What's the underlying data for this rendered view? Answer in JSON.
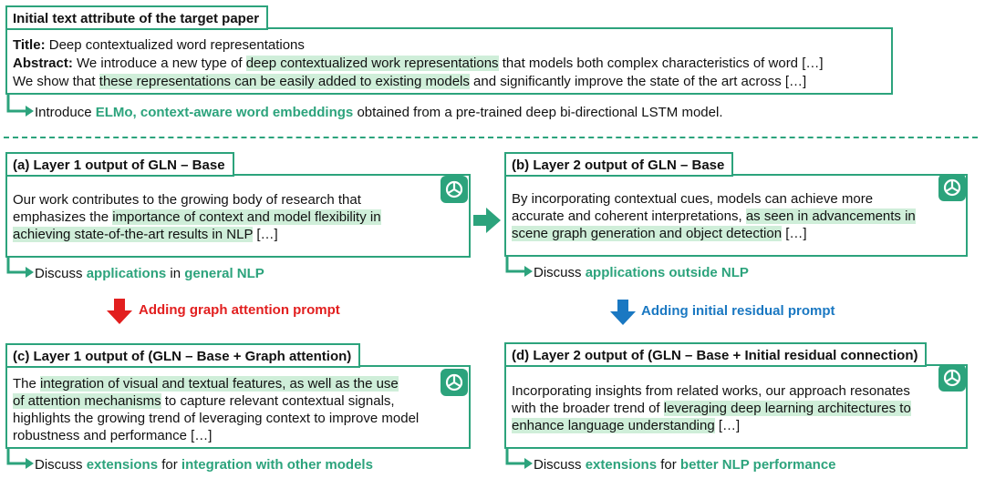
{
  "top": {
    "header": "Initial text attribute of the target paper",
    "title_label": "Title:",
    "title_text": "Deep contextualized word representations",
    "abstract_label": "Abstract:",
    "abs1_pre": "We introduce a new type of",
    "abs1_hl": "deep contextualized work representations",
    "abs1_post": "that models both complex characteristics of word […]",
    "abs2_pre": "We show that",
    "abs2_hl": "these representations can be easily added to existing models",
    "abs2_post": "and significantly improve the state of the art across […]",
    "summary_pre": "Introduce",
    "summary_hl": "ELMo, context-aware word embeddings",
    "summary_post": "obtained from a pre-trained deep bi-directional LSTM model."
  },
  "a": {
    "header": "(a) Layer 1 output of GLN – Base",
    "l1": "Our work contributes to the growing body of research that",
    "l2_pre": "emphasizes the",
    "l2_hl": "importance of context and model flexibility in",
    "l3_hl": "achieving state-of-the-art results in NLP",
    "l3_post": "[…]",
    "discuss": "Discuss",
    "kw1": "applications",
    "mid": "in",
    "kw2": "general NLP"
  },
  "b": {
    "header": "(b) Layer 2 output of GLN – Base",
    "l1": "By incorporating contextual cues, models can achieve more",
    "l2_pre": "accurate and coherent interpretations,",
    "l2_hl": "as seen in advancements in",
    "l3_hl": "scene graph generation and object detection",
    "l3_post": "[…]",
    "discuss": "Discuss",
    "kw1": "applications outside NLP"
  },
  "c": {
    "header": "(c) Layer 1 output of (GLN – Base + Graph attention)",
    "l1_pre": "The",
    "l1_hl": "integration of visual and textual features, as well as the use",
    "l2_hl": "of attention mechanisms",
    "l2_post": "to capture relevant contextual signals,",
    "l3": "highlights the growing trend of leveraging context to improve model",
    "l4": "robustness and performance […]",
    "discuss": "Discuss",
    "kw1": "extensions",
    "mid": "for",
    "kw2": "integration with other models"
  },
  "d": {
    "header": "(d) Layer 2 output of (GLN – Base + Initial residual connection)",
    "l1": "Incorporating insights from related works, our approach resonates",
    "l2_pre": "with the broader trend of",
    "l2_hl": "leveraging deep learning architectures to",
    "l3_hl": "enhance language understanding",
    "l3_post": "[…]",
    "discuss": "Discuss",
    "kw1": "extensions",
    "mid": "for",
    "kw2": "better NLP performance"
  },
  "arrows": {
    "red_label": "Adding graph attention prompt",
    "blue_label": "Adding initial residual prompt"
  },
  "colors": {
    "green": "#2ca37c",
    "highlight": "#cfeed9",
    "red": "#e21f1f",
    "blue": "#1a78c2"
  },
  "icons": [
    "chatgpt-logo-icon",
    "elbow-arrow-icon",
    "right-arrow-icon",
    "down-arrow-icon"
  ]
}
